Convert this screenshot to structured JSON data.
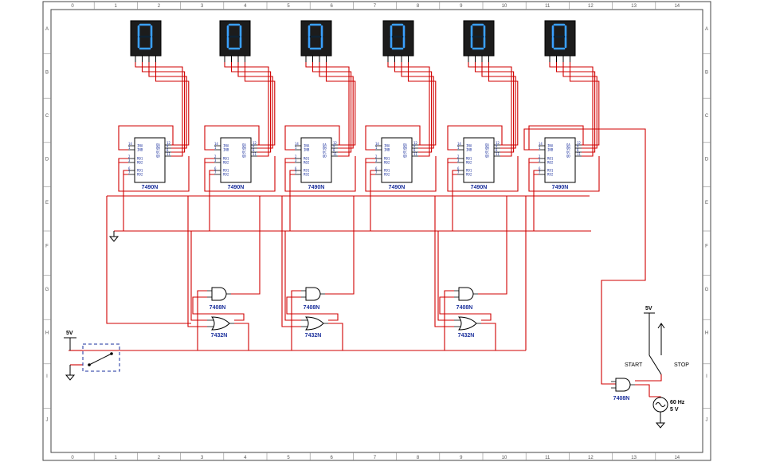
{
  "border": {
    "columns": [
      "0",
      "1",
      "2",
      "3",
      "4",
      "5",
      "6",
      "7",
      "8",
      "9",
      "10",
      "11",
      "12",
      "13",
      "14"
    ],
    "rows": [
      "A",
      "B",
      "C",
      "D",
      "E",
      "F",
      "G",
      "H",
      "I",
      "J"
    ]
  },
  "displays": [
    {
      "digit": "0"
    },
    {
      "digit": "0"
    },
    {
      "digit": "0"
    },
    {
      "digit": "0"
    },
    {
      "digit": "0"
    },
    {
      "digit": "0"
    }
  ],
  "counters": [
    {
      "part": "7490N"
    },
    {
      "part": "7490N"
    },
    {
      "part": "7490N"
    },
    {
      "part": "7490N"
    },
    {
      "part": "7490N"
    },
    {
      "part": "7490N"
    }
  ],
  "counter_pins": {
    "left": [
      "14",
      "1",
      "2",
      "3",
      "6",
      "7"
    ],
    "left_names": [
      "INA",
      "INB",
      "R01",
      "R02",
      "R91",
      "R92"
    ],
    "right": [
      "12",
      "9",
      "8",
      "11"
    ],
    "right_names": [
      "QA",
      "QB",
      "QC",
      "QD"
    ]
  },
  "and_gates": [
    {
      "part": "7408N"
    },
    {
      "part": "7408N"
    },
    {
      "part": "7408N"
    }
  ],
  "or_gates": [
    {
      "part": "7432N"
    },
    {
      "part": "7432N"
    },
    {
      "part": "7432N"
    }
  ],
  "clock_gate": {
    "part": "7408N"
  },
  "supply_left": {
    "label": "5V"
  },
  "supply_right": {
    "label": "5V"
  },
  "switch_labels": {
    "start": "START",
    "stop": "STOP"
  },
  "source": {
    "freq": "60 Hz",
    "volt": "5 V"
  },
  "colors": {
    "wire": "#d00000",
    "component": "#1a2f9c",
    "display_bg": "#1c1c1c",
    "segment_on": "#3aa0ff",
    "segment_off": "#0e2233",
    "frame": "#444444"
  }
}
